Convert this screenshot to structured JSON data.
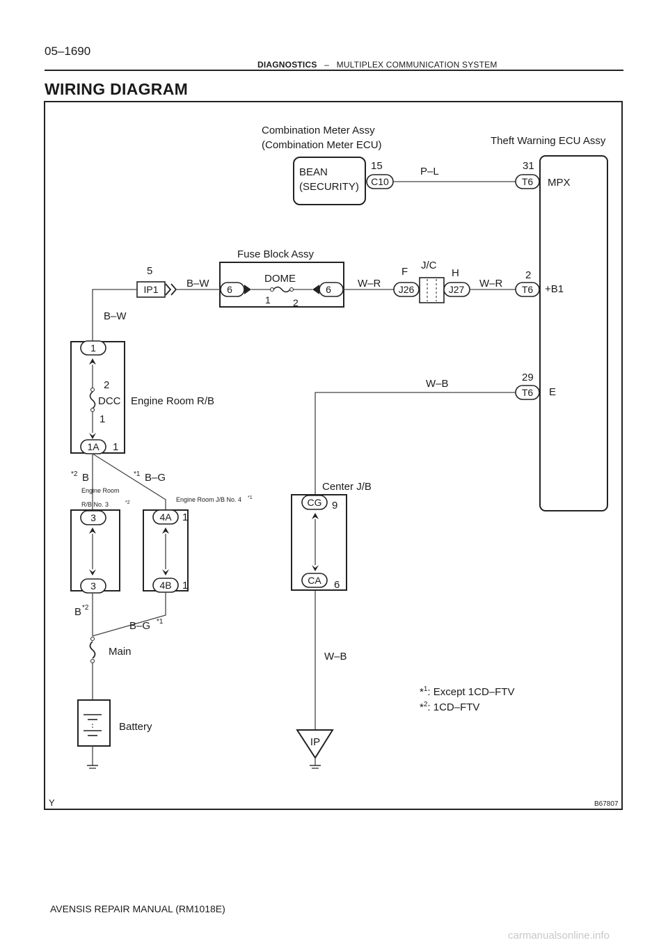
{
  "header": {
    "page_number": "05–1690",
    "section": "DIAGNOSTICS",
    "separator": "–",
    "subsection": "MULTIPLEX COMMUNICATION SYSTEM"
  },
  "title": "WIRING DIAGRAM",
  "diagram": {
    "figure_id": "B67807",
    "corner_mark": "Y",
    "combo_meter": {
      "name": "Combination Meter Assy",
      "sub": "(Combination Meter ECU)",
      "port1": "BEAN",
      "port2": "(SECURITY)",
      "pin": "15",
      "conn": "C10"
    },
    "theft_ecu": {
      "name": "Theft Warning ECU Assy",
      "pins": [
        {
          "pin": "31",
          "conn": "T6",
          "label": "MPX"
        },
        {
          "pin": "2",
          "conn": "T6",
          "label": "+B1"
        },
        {
          "pin": "29",
          "conn": "T6",
          "label": "E"
        }
      ]
    },
    "wires": {
      "p_l": "P–L",
      "w_r1": "W–R",
      "w_r2": "W–R",
      "b_w1": "B–W",
      "b_w2": "B–W",
      "w_b1": "W–B",
      "w_b2": "W–B",
      "b1": "B",
      "b_g1": "B–G",
      "b2": "B",
      "b_g2": "B–G"
    },
    "fuse_block": {
      "name": "Fuse Block Assy",
      "fuse": "DOME",
      "left_pin": "6",
      "right_pin": "6",
      "t1": "1",
      "t2": "2"
    },
    "ip1": {
      "conn": "IP1",
      "pin": "5"
    },
    "jc": {
      "name": "J/C",
      "j26": "J26",
      "j27": "J27",
      "f": "F",
      "h": "H"
    },
    "engine_rb": {
      "name": "Engine Room R/B",
      "fuse": "DCC",
      "top_pin": "1",
      "fuse_t2": "2",
      "fuse_t1": "1",
      "conn": "1A",
      "conn_pin": "1"
    },
    "rb3": {
      "label": "Engine Room",
      "label2": "R/B No. 3",
      "top": "3",
      "bottom": "3"
    },
    "jb4": {
      "label": "Engine Room J/B No. 4",
      "top": "4A",
      "top_pin": "1",
      "bottom": "4B",
      "bottom_pin": "1"
    },
    "center_jb": {
      "name": "Center J/B",
      "top": "CG",
      "top_pin": "9",
      "bottom": "CA",
      "bottom_pin": "6"
    },
    "main_fuse": "Main",
    "battery": "Battery",
    "ground": "IP",
    "notes": {
      "star1": "*1",
      "star2": "*2",
      "n1_mark": "*",
      "n1_sup": "1",
      "n1_text": ": Except 1CD–FTV",
      "n2_mark": "*",
      "n2_sup": "2",
      "n2_text": ": 1CD–FTV"
    }
  },
  "footer": "AVENSIS REPAIR MANUAL   (RM1018E)",
  "watermark": "carmanualsonline.info"
}
